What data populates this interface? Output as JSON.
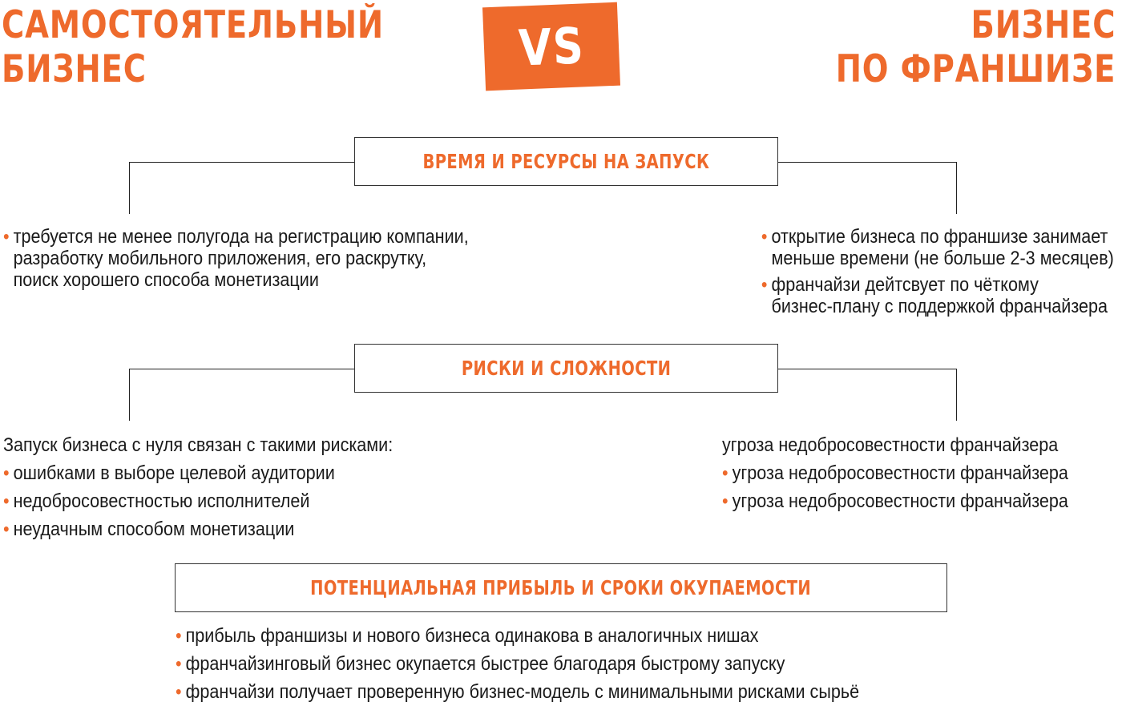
{
  "header": {
    "left_title_lines": [
      "САМОСТОЯТЕЛЬНЫЙ",
      "БИЗНЕС"
    ],
    "right_title_lines": [
      "БИЗНЕС",
      "ПО ФРАНШИЗЕ"
    ],
    "vs_label": "VS"
  },
  "colors": {
    "accent": "#ee6a2c",
    "text": "#1a1a1a",
    "line": "#222222"
  },
  "bullet_glyph": "•",
  "sections": [
    {
      "title": "ВРЕМЯ И РЕСУРСЫ НА ЗАПУСК",
      "left": {
        "intro": "",
        "items": [
          "требуется не менее полугода на регистрацию компании,\nразработку мобильного приложения, его раскрутку,\nпоиск хорошего способа монетизации"
        ]
      },
      "right": {
        "intro": "",
        "items": [
          "открытие бизнеса по франшизе занимает\nменьше времени (не больше 2-3 месяцев)",
          "франчайзи дейтсвует по чёткому\nбизнес-плану с поддержкой франчайзера"
        ]
      }
    },
    {
      "title": "РИСКИ И СЛОЖНОСТИ",
      "left": {
        "intro": "Запуск бизнеса с нуля связан с такими рисками:",
        "items": [
          "ошибками в выборе целевой аудитории",
          "недобросовестностью исполнителей",
          "неудачным способом монетизации"
        ]
      },
      "right": {
        "intro": "угроза недобросовестности франчайзера",
        "items": [
          "угроза недобросовестности франчайзера",
          "угроза недобросовестности франчайзера"
        ]
      }
    },
    {
      "title": "ПОТЕНЦИАЛЬНАЯ ПРИБЫЛЬ И СРОКИ ОКУПАЕМОСТИ",
      "items": [
        "прибыль франшизы и нового бизнеса одинакова в аналогичных нишах",
        "франчайзинговый бизнес окупается быстрее благодаря быстрому запуску",
        "франчайзи получает проверенную бизнес-модель с минимальными рисками сырьё"
      ]
    }
  ]
}
